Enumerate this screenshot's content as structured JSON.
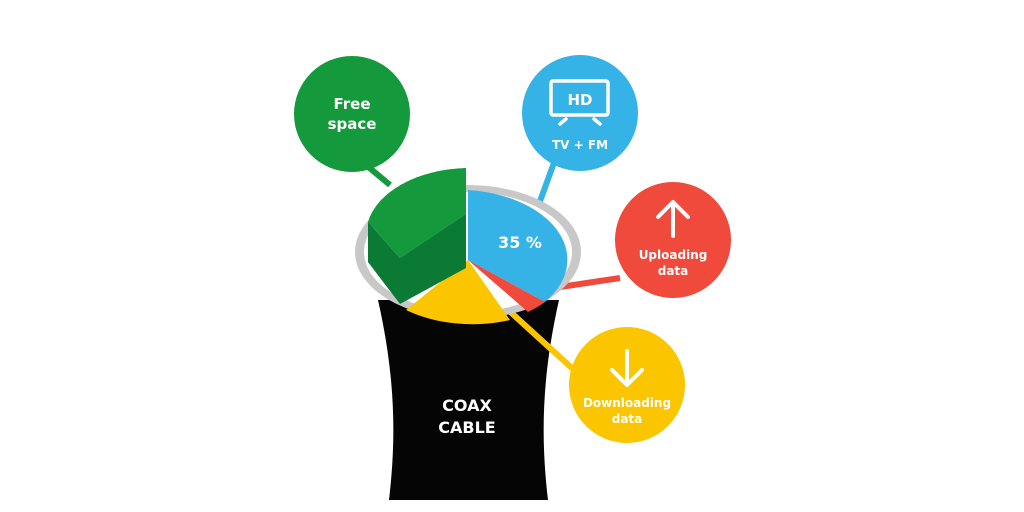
{
  "diagram": {
    "cable": {
      "label_line1": "COAX",
      "label_line2": "CABLE"
    },
    "pie_label": "35 %",
    "bubbles": {
      "free_space": {
        "line1": "Free",
        "line2": "space"
      },
      "tv": {
        "badge": "HD",
        "label": "TV + FM"
      },
      "upload": {
        "line1": "Uploading",
        "line2": "data"
      },
      "download": {
        "line1": "Downloading",
        "line2": "data"
      }
    },
    "colors": {
      "green": "#149a3c",
      "green_dark": "#0a7a34",
      "blue": "#35b3e6",
      "red": "#f04a3c",
      "yellow": "#fbc600",
      "cable": "#050505",
      "ring": "#c8c8c8"
    }
  }
}
